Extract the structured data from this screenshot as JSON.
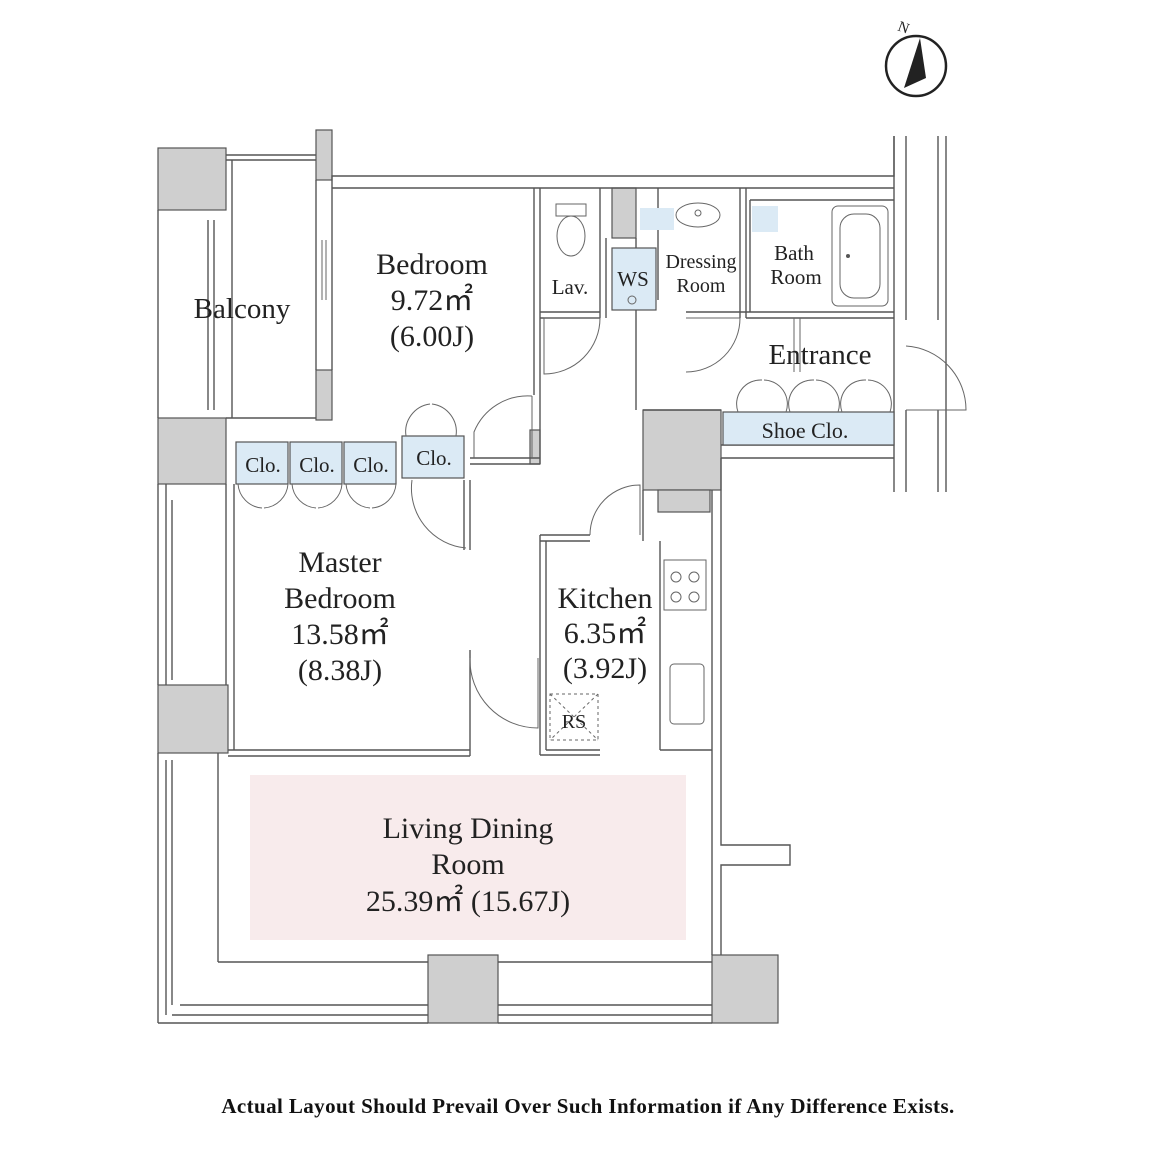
{
  "compass": {
    "north_label": "N"
  },
  "rooms": {
    "balcony": {
      "name": "Balcony"
    },
    "bedroom": {
      "name": "Bedroom",
      "area": "9.72㎡",
      "jo": "(6.00J)"
    },
    "lav": {
      "name": "Lav."
    },
    "ws": {
      "name": "WS"
    },
    "dressing": {
      "name_line1": "Dressing",
      "name_line2": "Room"
    },
    "bath": {
      "name_line1": "Bath",
      "name_line2": "Room"
    },
    "entrance": {
      "name": "Entrance"
    },
    "shoe_clo": {
      "name": "Shoe Clo."
    },
    "clo1": {
      "name": "Clo."
    },
    "clo2": {
      "name": "Clo."
    },
    "clo3": {
      "name": "Clo."
    },
    "clo4": {
      "name": "Clo."
    },
    "master": {
      "name_line1": "Master",
      "name_line2": "Bedroom",
      "area": "13.58㎡",
      "jo": "(8.38J)"
    },
    "kitchen": {
      "name": "Kitchen",
      "area": "6.35㎡",
      "jo": "(3.92J)"
    },
    "rs": {
      "name": "RS"
    },
    "living": {
      "name_line1": "Living Dining",
      "name_line2": "Room",
      "area": "25.39㎡ (15.67J)"
    }
  },
  "colors": {
    "wall": "#cfcfcf",
    "closet": "#dbeaf5",
    "living_highlight": "#f8ebec"
  },
  "disclaimer": "Actual Layout Should Prevail Over Such Information if Any Difference Exists."
}
